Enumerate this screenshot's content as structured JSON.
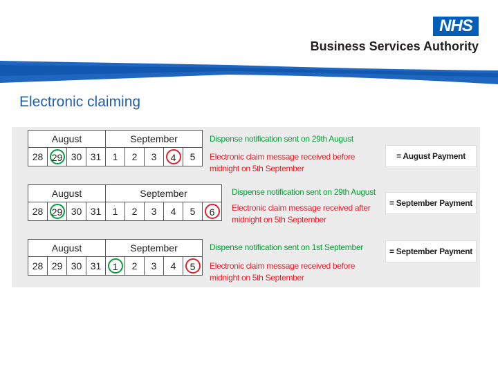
{
  "header": {
    "logo_text": "NHS",
    "org_name": "Business Services Authority",
    "brand_color": "#005eb8"
  },
  "slide": {
    "title": "Electronic claiming"
  },
  "examples": [
    {
      "month1": "August",
      "month2": "September",
      "days": [
        "28",
        "29",
        "30",
        "31",
        "1",
        "2",
        "3",
        "4",
        "5"
      ],
      "green_note": "Dispense notification sent on 29th August",
      "red_note_line1": "Electronic claim message received before",
      "red_note_line2": "midnight on 5th September",
      "payment": "= August Payment"
    },
    {
      "month1": "August",
      "month2": "September",
      "days": [
        "28",
        "29",
        "30",
        "31",
        "1",
        "2",
        "3",
        "4",
        "5",
        "6"
      ],
      "green_note": "Dispense notification sent on 29th August",
      "red_note_line1": "Electronic claim message received after",
      "red_note_line2": "midnight on 5th September",
      "payment": "= September Payment"
    },
    {
      "month1": "August",
      "month2": "September",
      "days": [
        "28",
        "29",
        "30",
        "31",
        "1",
        "2",
        "3",
        "4",
        "5"
      ],
      "green_note": "Dispense notification sent on 1st September",
      "red_note_line1": "Electronic claim message received before",
      "red_note_line2": "midnight on 5th September",
      "payment": "= September Payment"
    }
  ],
  "colors": {
    "green": "#0a9b3a",
    "red": "#e3202b",
    "title": "#1f5ea8"
  }
}
